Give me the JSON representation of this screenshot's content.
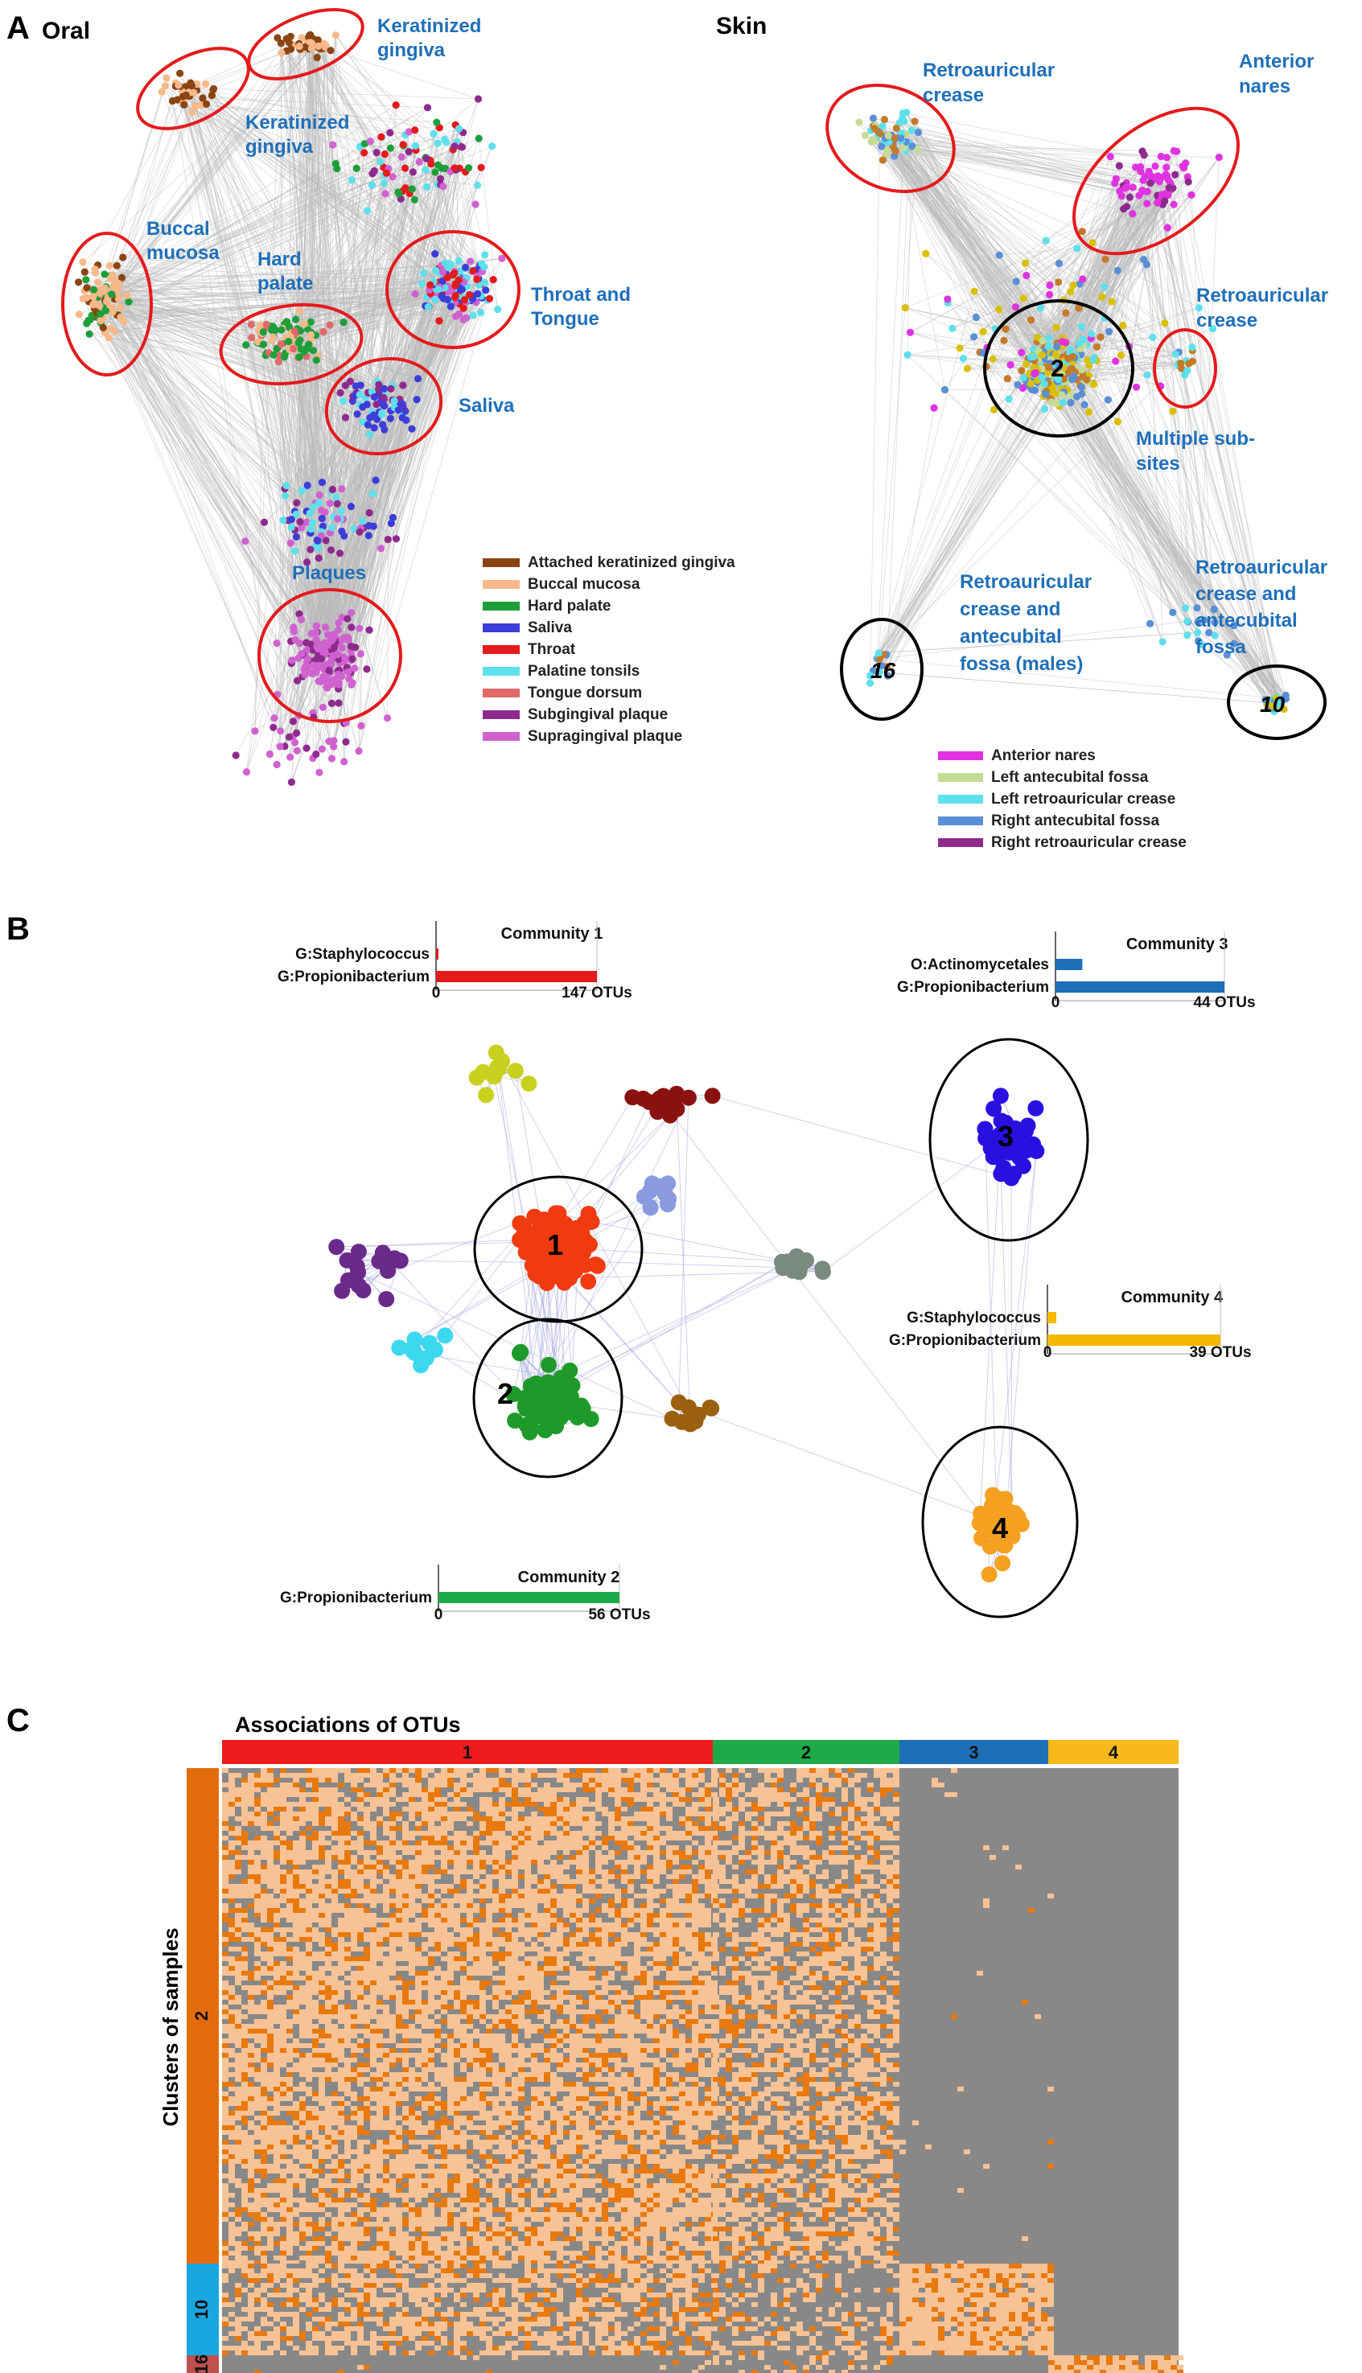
{
  "panel_a": {
    "label": "A",
    "oral_title": "Oral",
    "skin_title": "Skin",
    "oral_annotations": [
      "Keratinized gingiva",
      "Keratinized gingiva",
      "Buccal mucosa",
      "Hard palate",
      "Throat and Tongue",
      "Saliva",
      "Plaques"
    ],
    "skin_annotations": [
      "Retroauricular crease",
      "Anterior nares",
      "Retroauricular crease",
      "Multiple sub-sites",
      "Retroauricular crease and antecubital fossa (males)",
      "Retroauricular crease and antecubital fossa"
    ],
    "skin_cluster_numbers": [
      "2",
      "16",
      "10"
    ],
    "oral_legend": [
      {
        "label": "Attached keratinized  gingiva",
        "color": "#8B4513"
      },
      {
        "label": "Buccal mucosa",
        "color": "#F7B98A"
      },
      {
        "label": "Hard palate",
        "color": "#1E9E3A"
      },
      {
        "label": "Saliva",
        "color": "#3D3DD8"
      },
      {
        "label": "Throat",
        "color": "#E41A1C"
      },
      {
        "label": "Palatine tonsils",
        "color": "#5EE0EC"
      },
      {
        "label": "Tongue dorsum",
        "color": "#E06A6A"
      },
      {
        "label": "Subgingival plaque",
        "color": "#8E2A8E"
      },
      {
        "label": "Supragingival plaque",
        "color": "#D062D0"
      }
    ],
    "skin_legend": [
      {
        "label": "Anterior nares",
        "color": "#E033E0"
      },
      {
        "label": "Left antecubital fossa",
        "color": "#C4DC95"
      },
      {
        "label": "Left retroauricular crease",
        "color": "#5EE0EC"
      },
      {
        "label": "Right antecubital fossa",
        "color": "#5A8FD6"
      },
      {
        "label": "Right retroauricular crease",
        "color": "#8E2A8E"
      }
    ]
  },
  "panel_b": {
    "label": "B",
    "community_numbers": [
      "1",
      "2",
      "3",
      "4"
    ],
    "chart_data": [
      {
        "type": "bar",
        "title": "Community 1",
        "categories": [
          "G:Staphylococcus",
          "G:Propionibacterium"
        ],
        "values": [
          2,
          147
        ],
        "xlim": [
          0,
          147
        ],
        "tick_labels": [
          "0",
          "147 OTUs"
        ],
        "color": "#E41A1C"
      },
      {
        "type": "bar",
        "title": "Community 2",
        "categories": [
          "G:Propionibacterium"
        ],
        "values": [
          56
        ],
        "xlim": [
          0,
          56
        ],
        "tick_labels": [
          "0",
          "56 OTUs"
        ],
        "color": "#1EAA4A"
      },
      {
        "type": "bar",
        "title": "Community 3",
        "categories": [
          "O:Actinomycetales",
          "G:Propionibacterium"
        ],
        "values": [
          7,
          44
        ],
        "xlim": [
          0,
          44
        ],
        "tick_labels": [
          "0",
          "44 OTUs"
        ],
        "color": "#1F6FB8"
      },
      {
        "type": "bar",
        "title": "Community 4",
        "categories": [
          "G:Staphylococcus",
          "G:Propionibacterium"
        ],
        "values": [
          2,
          39
        ],
        "xlim": [
          0,
          39
        ],
        "tick_labels": [
          "0",
          "39 OTUs"
        ],
        "color": "#F5B800"
      }
    ]
  },
  "panel_c": {
    "label": "C",
    "top_title": "Associations of OTUs",
    "side_title": "Clusters of samples",
    "column_groups": [
      {
        "label": "1",
        "color": "#EE1C1C"
      },
      {
        "label": "2",
        "color": "#1EAA4A"
      },
      {
        "label": "3",
        "color": "#1F6FB8"
      },
      {
        "label": "4",
        "color": "#F9B81B"
      }
    ],
    "row_groups": [
      {
        "label": "2",
        "color": "#E36C0A"
      },
      {
        "label": "10",
        "color": "#19A7E0"
      },
      {
        "label": "16",
        "color": "#C0504D"
      }
    ],
    "chart_data": {
      "type": "heatmap",
      "title": "Associations of OTUs",
      "xlabel": "Associations of OTUs",
      "ylabel": "Clusters of samples",
      "column_groups": [
        "1",
        "2",
        "3",
        "4"
      ],
      "row_groups": [
        "2",
        "10",
        "16"
      ],
      "presence_color": "#F7C396",
      "absence_color": "#888888",
      "strong_color": "#E8790E",
      "block_presence": [
        [
          0.78,
          0.62,
          0.01,
          0.0
        ],
        [
          0.62,
          0.35,
          0.92,
          0.0
        ],
        [
          0.05,
          0.25,
          0.0,
          0.92
        ]
      ]
    }
  }
}
